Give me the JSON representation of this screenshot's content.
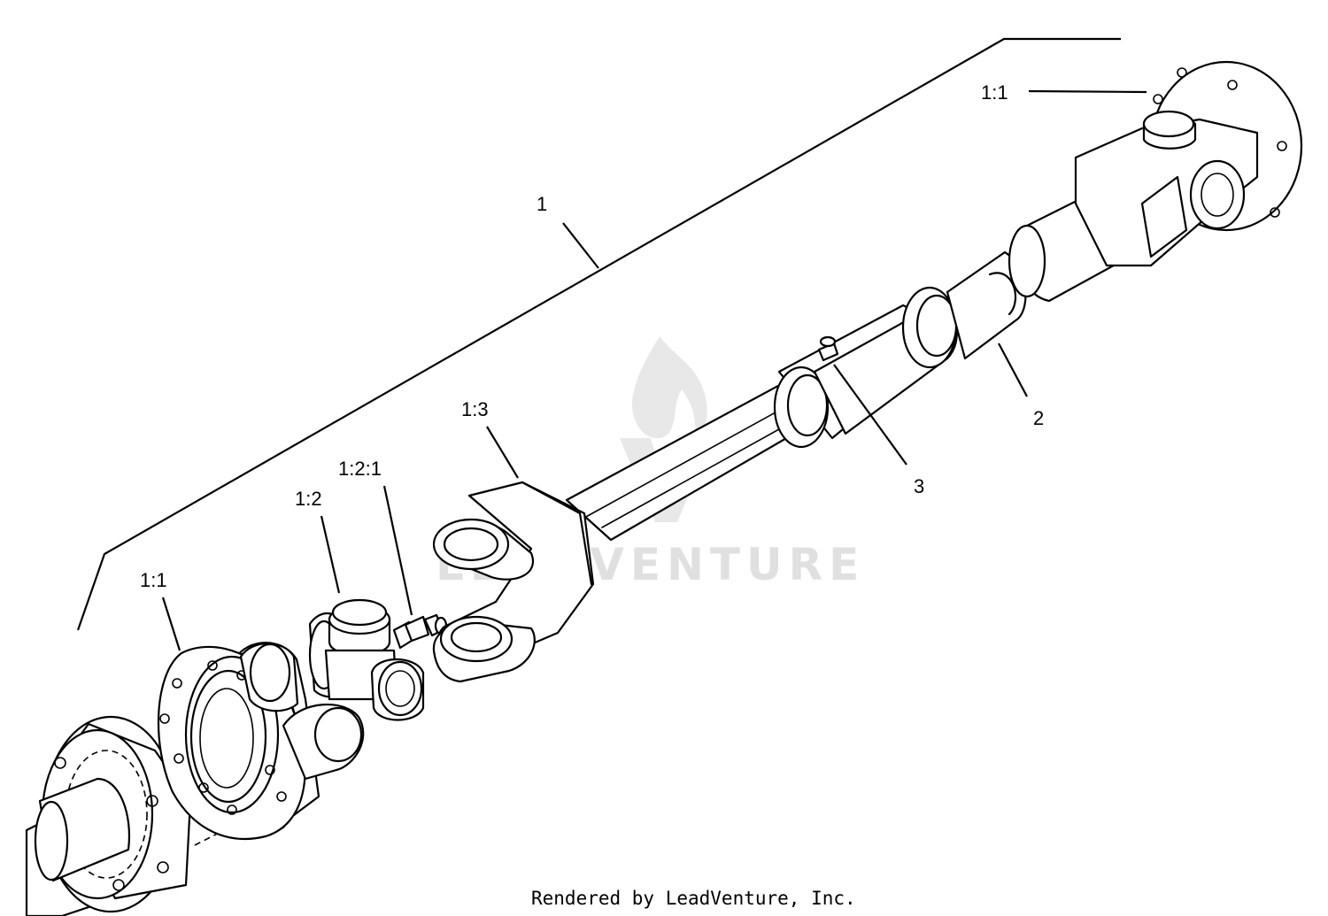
{
  "callouts": {
    "assembly": "1",
    "flange_right": "1:1",
    "flange_left": "1:1",
    "yoke": "1:3",
    "cross_kit": "1:2",
    "grease_fitting_kit": "1:2:1",
    "shaft_tube": "2",
    "grease_fitting": "3"
  },
  "watermark": "LEADVENTURE",
  "credit": "Rendered by LeadVenture, Inc."
}
